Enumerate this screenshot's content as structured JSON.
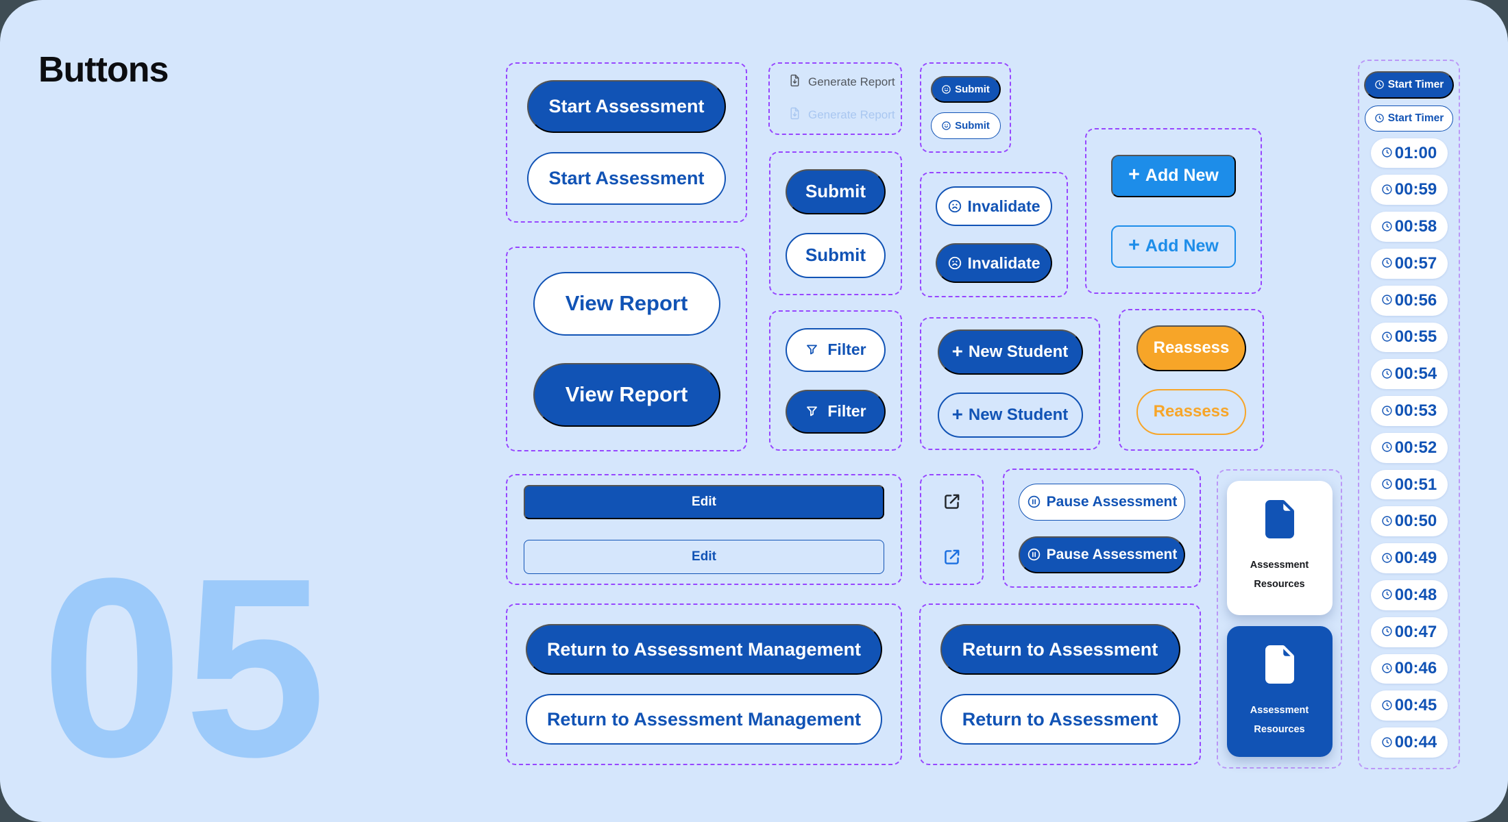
{
  "page": {
    "title": "Buttons",
    "watermark": "05"
  },
  "colors": {
    "primary_blue": "#1153b5",
    "accent_blue": "#1d8de9",
    "orange": "#f7a528",
    "section_border_purple": "#9747ff",
    "canvas_background": "#d5e6fc"
  },
  "groups": {
    "start_assessment": {
      "filled": "Start Assessment",
      "outlined": "Start Assessment"
    },
    "generate_report": {
      "enabled": "Generate Report",
      "disabled": "Generate Report"
    },
    "submit_small": {
      "filled": "Submit",
      "outlined": "Submit"
    },
    "add_new": {
      "plus": "+",
      "filled": "Add New",
      "outlined": "Add New"
    },
    "submit": {
      "filled": "Submit",
      "outlined": "Submit"
    },
    "invalidate": {
      "outlined": "Invalidate",
      "filled": "Invalidate"
    },
    "view_report": {
      "outlined": "View Report",
      "filled": "View Report"
    },
    "filter": {
      "outlined": "Filter",
      "filled": "Filter"
    },
    "new_student": {
      "plus": "+",
      "filled": "New Student",
      "outlined": "New Student"
    },
    "reassess": {
      "filled": "Reassess",
      "outlined": "Reassess"
    },
    "edit": {
      "filled": "Edit",
      "outlined": "Edit"
    },
    "pause_assessment": {
      "outlined": "Pause Assessment",
      "filled": "Pause Assessment"
    },
    "assessment_resources": {
      "light_card": "Assessment Resources",
      "dark_card": "Assessment Resources"
    },
    "return_management": {
      "filled": "Return to Assessment Management",
      "outlined": "Return to Assessment Management"
    },
    "return_assessment": {
      "filled": "Return to Assessment",
      "outlined": "Return to Assessment"
    },
    "timer": {
      "start_filled": "Start Timer",
      "start_outlined": "Start Timer",
      "countdown": [
        "01:00",
        "00:59",
        "00:58",
        "00:57",
        "00:56",
        "00:55",
        "00:54",
        "00:53",
        "00:52",
        "00:51",
        "00:50",
        "00:49",
        "00:48",
        "00:47",
        "00:46",
        "00:45",
        "00:44"
      ]
    }
  }
}
